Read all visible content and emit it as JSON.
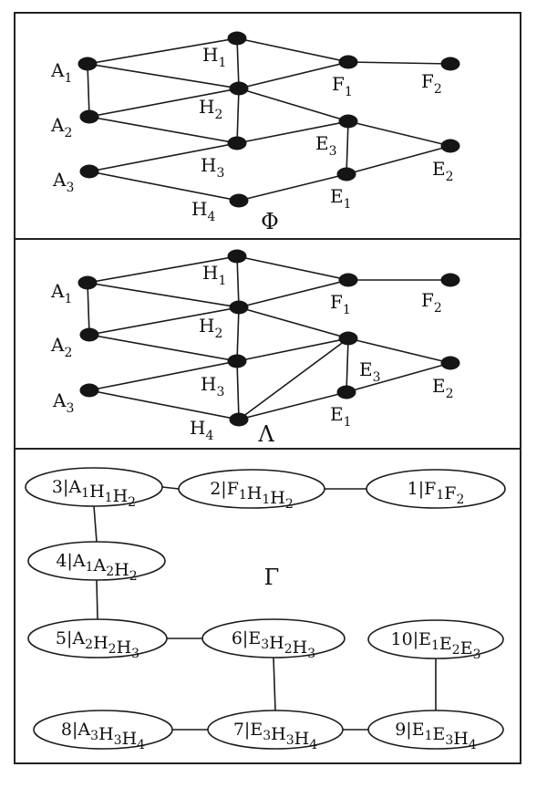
{
  "panels": [
    {
      "id": "phi",
      "title": "Φ",
      "nodes": [
        {
          "id": "A1",
          "base": "A",
          "sub": "1"
        },
        {
          "id": "A2",
          "base": "A",
          "sub": "2"
        },
        {
          "id": "A3",
          "base": "A",
          "sub": "3"
        },
        {
          "id": "H1",
          "base": "H",
          "sub": "1"
        },
        {
          "id": "H2",
          "base": "H",
          "sub": "2"
        },
        {
          "id": "H3",
          "base": "H",
          "sub": "3"
        },
        {
          "id": "H4",
          "base": "H",
          "sub": "4"
        },
        {
          "id": "F1",
          "base": "F",
          "sub": "1"
        },
        {
          "id": "F2",
          "base": "F",
          "sub": "2"
        },
        {
          "id": "E1",
          "base": "E",
          "sub": "1"
        },
        {
          "id": "E2",
          "base": "E",
          "sub": "2"
        },
        {
          "id": "E3",
          "base": "E",
          "sub": "3"
        }
      ],
      "edges": [
        [
          "A1",
          "H1"
        ],
        [
          "A1",
          "H2"
        ],
        [
          "A1",
          "A2"
        ],
        [
          "A2",
          "H2"
        ],
        [
          "A2",
          "H3"
        ],
        [
          "A3",
          "H3"
        ],
        [
          "A3",
          "H4"
        ],
        [
          "H1",
          "H2"
        ],
        [
          "H1",
          "F1"
        ],
        [
          "H2",
          "F1"
        ],
        [
          "H2",
          "H3"
        ],
        [
          "H2",
          "E3"
        ],
        [
          "H3",
          "E3"
        ],
        [
          "H4",
          "E1"
        ],
        [
          "F1",
          "F2"
        ],
        [
          "E3",
          "E1"
        ],
        [
          "E3",
          "E2"
        ],
        [
          "E1",
          "E2"
        ]
      ]
    },
    {
      "id": "lambda",
      "title": "Λ",
      "nodes": [
        {
          "id": "A1",
          "base": "A",
          "sub": "1"
        },
        {
          "id": "A2",
          "base": "A",
          "sub": "2"
        },
        {
          "id": "A3",
          "base": "A",
          "sub": "3"
        },
        {
          "id": "H1",
          "base": "H",
          "sub": "1"
        },
        {
          "id": "H2",
          "base": "H",
          "sub": "2"
        },
        {
          "id": "H3",
          "base": "H",
          "sub": "3"
        },
        {
          "id": "H4",
          "base": "H",
          "sub": "4"
        },
        {
          "id": "F1",
          "base": "F",
          "sub": "1"
        },
        {
          "id": "F2",
          "base": "F",
          "sub": "2"
        },
        {
          "id": "E1",
          "base": "E",
          "sub": "1"
        },
        {
          "id": "E2",
          "base": "E",
          "sub": "2"
        },
        {
          "id": "E3",
          "base": "E",
          "sub": "3"
        }
      ],
      "edges": [
        [
          "A1",
          "H1"
        ],
        [
          "A1",
          "H2"
        ],
        [
          "A1",
          "A2"
        ],
        [
          "A2",
          "H2"
        ],
        [
          "A2",
          "H3"
        ],
        [
          "A3",
          "H3"
        ],
        [
          "A3",
          "H4"
        ],
        [
          "H1",
          "H2"
        ],
        [
          "H1",
          "F1"
        ],
        [
          "H2",
          "F1"
        ],
        [
          "H2",
          "H3"
        ],
        [
          "H2",
          "E3"
        ],
        [
          "H3",
          "E3"
        ],
        [
          "H3",
          "H4"
        ],
        [
          "H4",
          "E1"
        ],
        [
          "H4",
          "E3"
        ],
        [
          "F1",
          "F2"
        ],
        [
          "E3",
          "E1"
        ],
        [
          "E3",
          "E2"
        ],
        [
          "E1",
          "E2"
        ]
      ]
    }
  ],
  "gamma": {
    "title": "Γ",
    "cliques": [
      {
        "id": "c3",
        "num": "3",
        "parts": [
          [
            "A",
            "1"
          ],
          [
            "H",
            "1"
          ],
          [
            "H",
            "2"
          ]
        ]
      },
      {
        "id": "c2",
        "num": "2",
        "parts": [
          [
            "F",
            "1"
          ],
          [
            "H",
            "1"
          ],
          [
            "H",
            "2"
          ]
        ]
      },
      {
        "id": "c1",
        "num": "1",
        "parts": [
          [
            "F",
            "1"
          ],
          [
            "F",
            "2"
          ]
        ]
      },
      {
        "id": "c4",
        "num": "4",
        "parts": [
          [
            "A",
            "1"
          ],
          [
            "A",
            "2"
          ],
          [
            "H",
            "2"
          ]
        ]
      },
      {
        "id": "c5",
        "num": "5",
        "parts": [
          [
            "A",
            "2"
          ],
          [
            "H",
            "2"
          ],
          [
            "H",
            "3"
          ]
        ]
      },
      {
        "id": "c6",
        "num": "6",
        "parts": [
          [
            "E",
            "3"
          ],
          [
            "H",
            "2"
          ],
          [
            "H",
            "3"
          ]
        ]
      },
      {
        "id": "c10",
        "num": "10",
        "parts": [
          [
            "E",
            "1"
          ],
          [
            "E",
            "2"
          ],
          [
            "E",
            "3"
          ]
        ]
      },
      {
        "id": "c8",
        "num": "8",
        "parts": [
          [
            "A",
            "3"
          ],
          [
            "H",
            "3"
          ],
          [
            "H",
            "4"
          ]
        ]
      },
      {
        "id": "c7",
        "num": "7",
        "parts": [
          [
            "E",
            "3"
          ],
          [
            "H",
            "3"
          ],
          [
            "H",
            "4"
          ]
        ]
      },
      {
        "id": "c9",
        "num": "9",
        "parts": [
          [
            "E",
            "1"
          ],
          [
            "E",
            "3"
          ],
          [
            "H",
            "4"
          ]
        ]
      }
    ],
    "edges": [
      [
        "c3",
        "c2"
      ],
      [
        "c2",
        "c1"
      ],
      [
        "c3",
        "c4"
      ],
      [
        "c4",
        "c5"
      ],
      [
        "c5",
        "c6"
      ],
      [
        "c6",
        "c7"
      ],
      [
        "c8",
        "c7"
      ],
      [
        "c7",
        "c9"
      ],
      [
        "c9",
        "c10"
      ]
    ]
  }
}
